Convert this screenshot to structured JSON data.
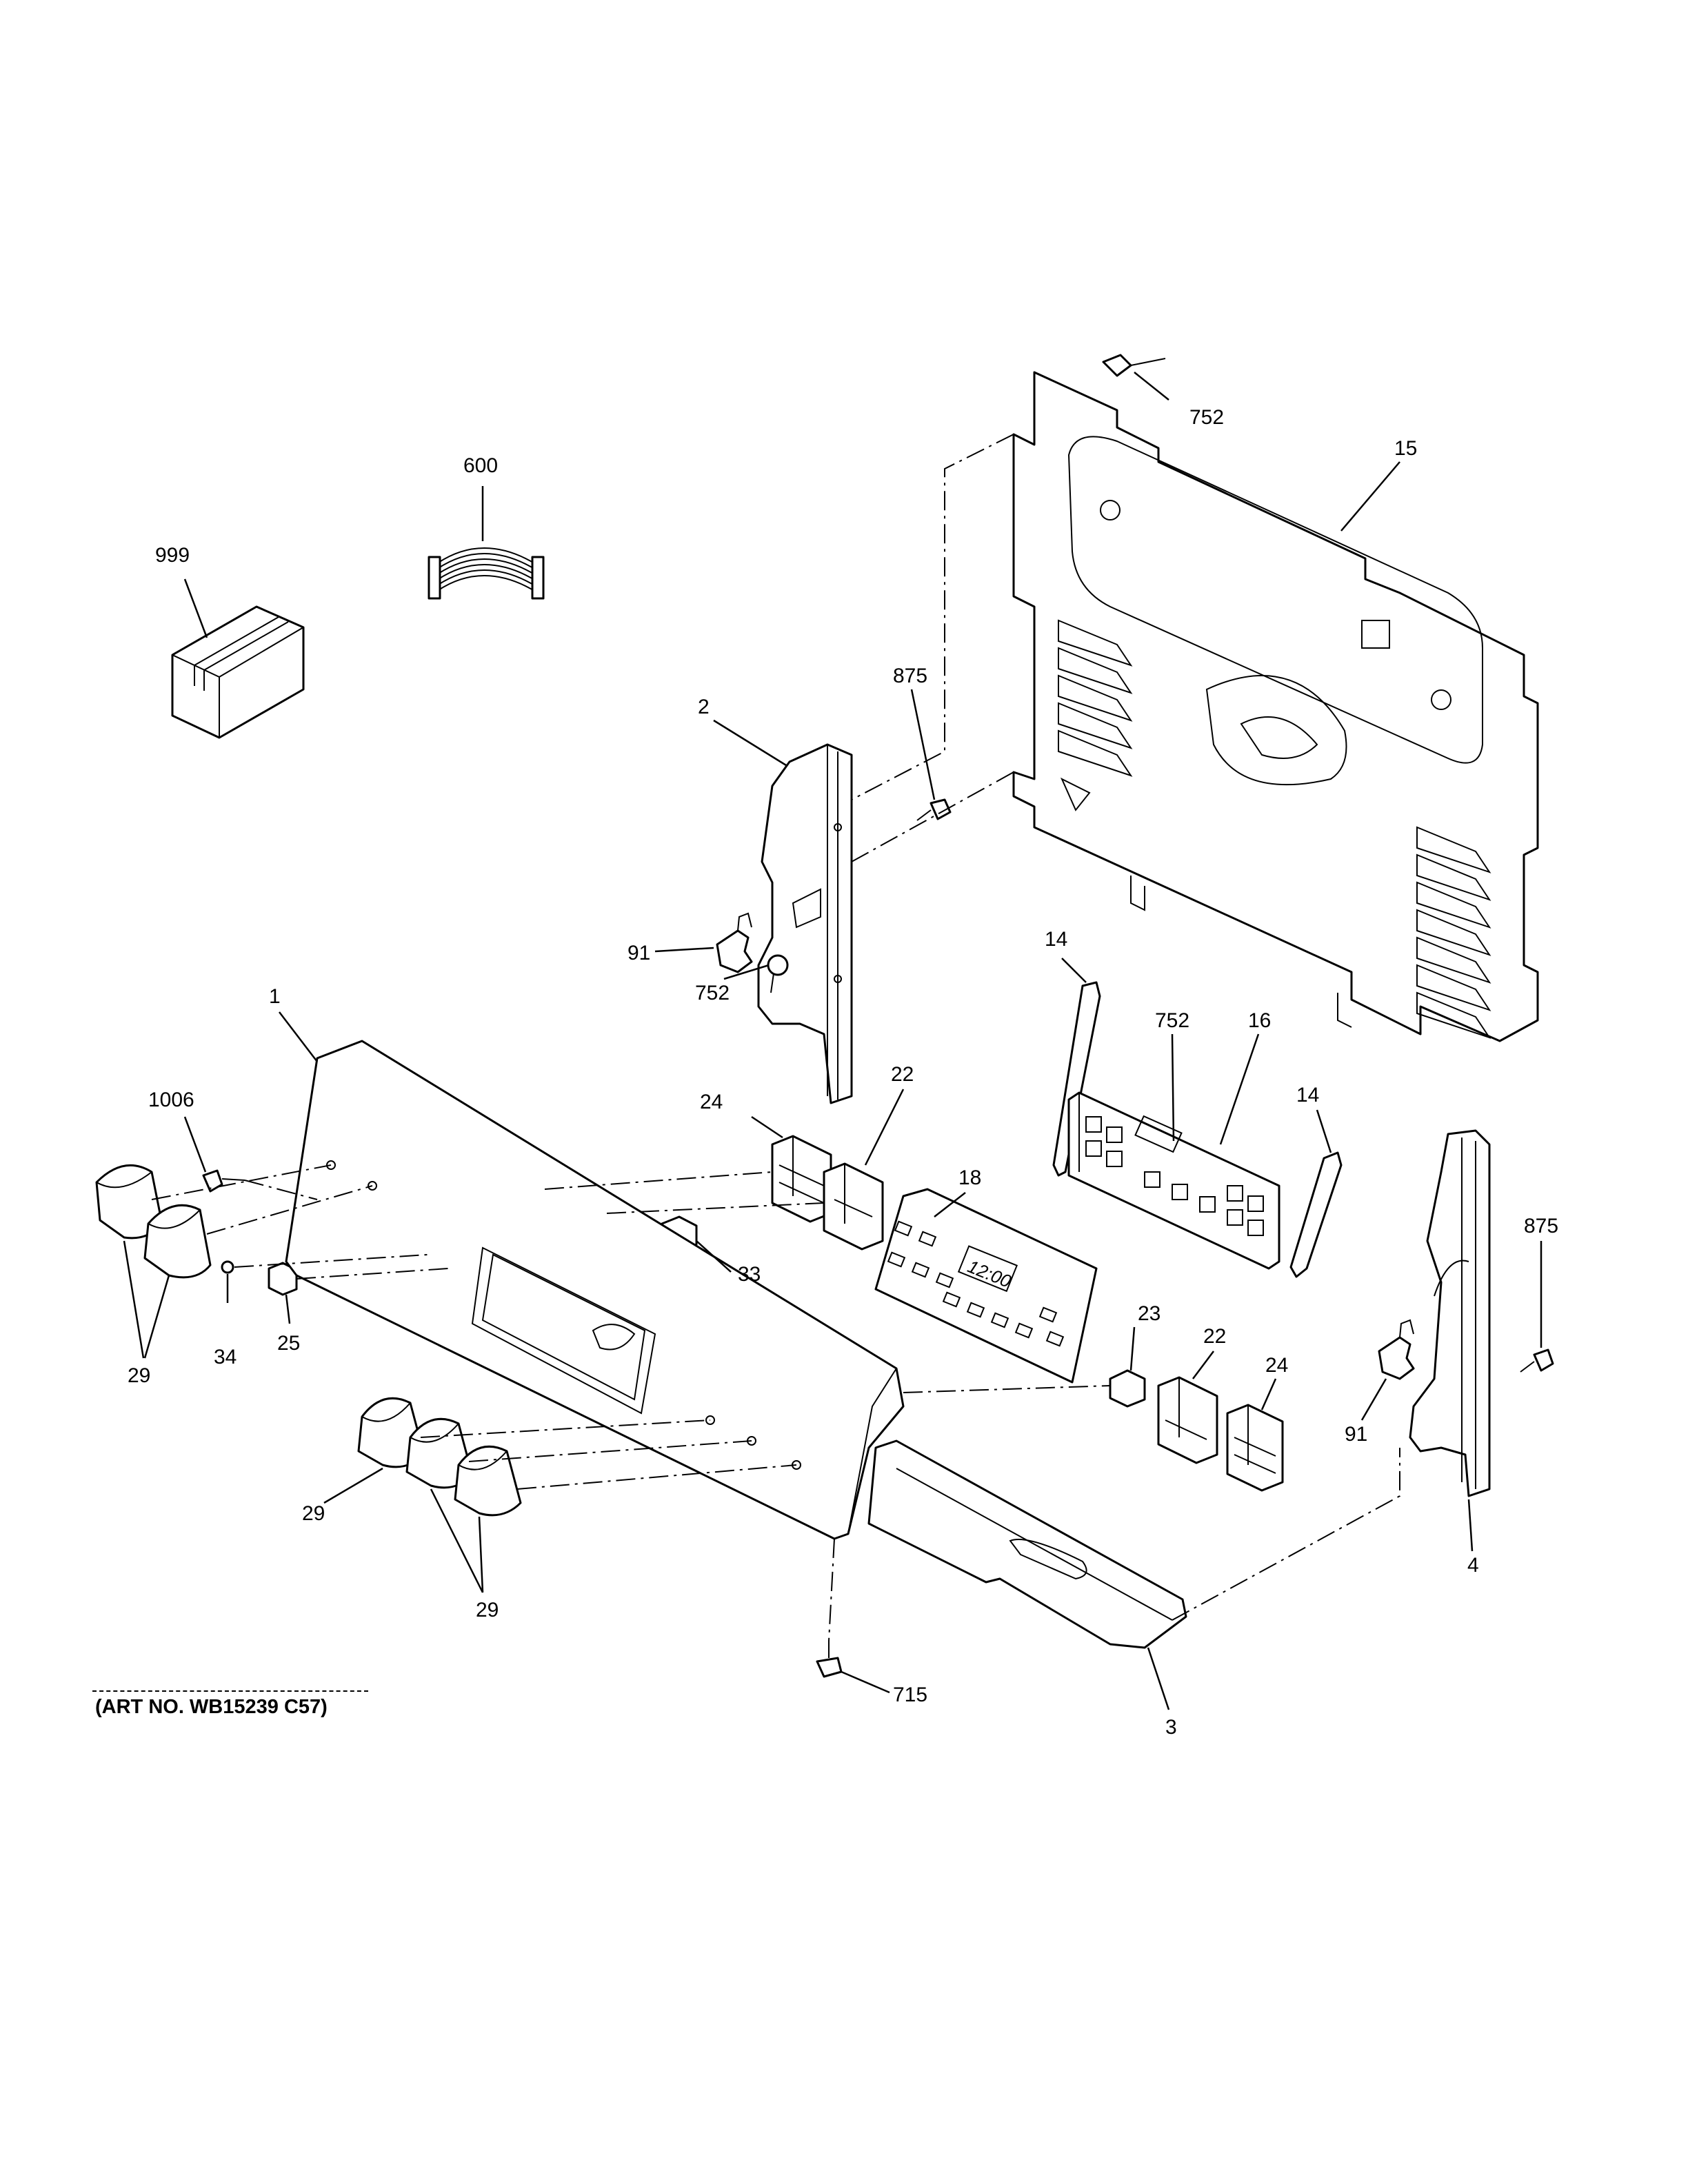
{
  "art_number": "(ART NO. WB15239 C57)",
  "display_time": "12:00",
  "callouts": [
    {
      "id": "c-999",
      "label": "999"
    },
    {
      "id": "c-600",
      "label": "600"
    },
    {
      "id": "c-752a",
      "label": "752"
    },
    {
      "id": "c-15",
      "label": "15"
    },
    {
      "id": "c-875a",
      "label": "875"
    },
    {
      "id": "c-2",
      "label": "2"
    },
    {
      "id": "c-91a",
      "label": "91"
    },
    {
      "id": "c-752b",
      "label": "752"
    },
    {
      "id": "c-14a",
      "label": "14"
    },
    {
      "id": "c-752c",
      "label": "752"
    },
    {
      "id": "c-16",
      "label": "16"
    },
    {
      "id": "c-14b",
      "label": "14"
    },
    {
      "id": "c-1",
      "label": "1"
    },
    {
      "id": "c-1006",
      "label": "1006"
    },
    {
      "id": "c-24a",
      "label": "24"
    },
    {
      "id": "c-22a",
      "label": "22"
    },
    {
      "id": "c-18",
      "label": "18"
    },
    {
      "id": "c-875b",
      "label": "875"
    },
    {
      "id": "c-33",
      "label": "33"
    },
    {
      "id": "c-34",
      "label": "34"
    },
    {
      "id": "c-25",
      "label": "25"
    },
    {
      "id": "c-29a",
      "label": "29"
    },
    {
      "id": "c-23",
      "label": "23"
    },
    {
      "id": "c-22b",
      "label": "22"
    },
    {
      "id": "c-24b",
      "label": "24"
    },
    {
      "id": "c-91b",
      "label": "91"
    },
    {
      "id": "c-29b",
      "label": "29"
    },
    {
      "id": "c-29c",
      "label": "29"
    },
    {
      "id": "c-4",
      "label": "4"
    },
    {
      "id": "c-715",
      "label": "715"
    },
    {
      "id": "c-3",
      "label": "3"
    }
  ]
}
